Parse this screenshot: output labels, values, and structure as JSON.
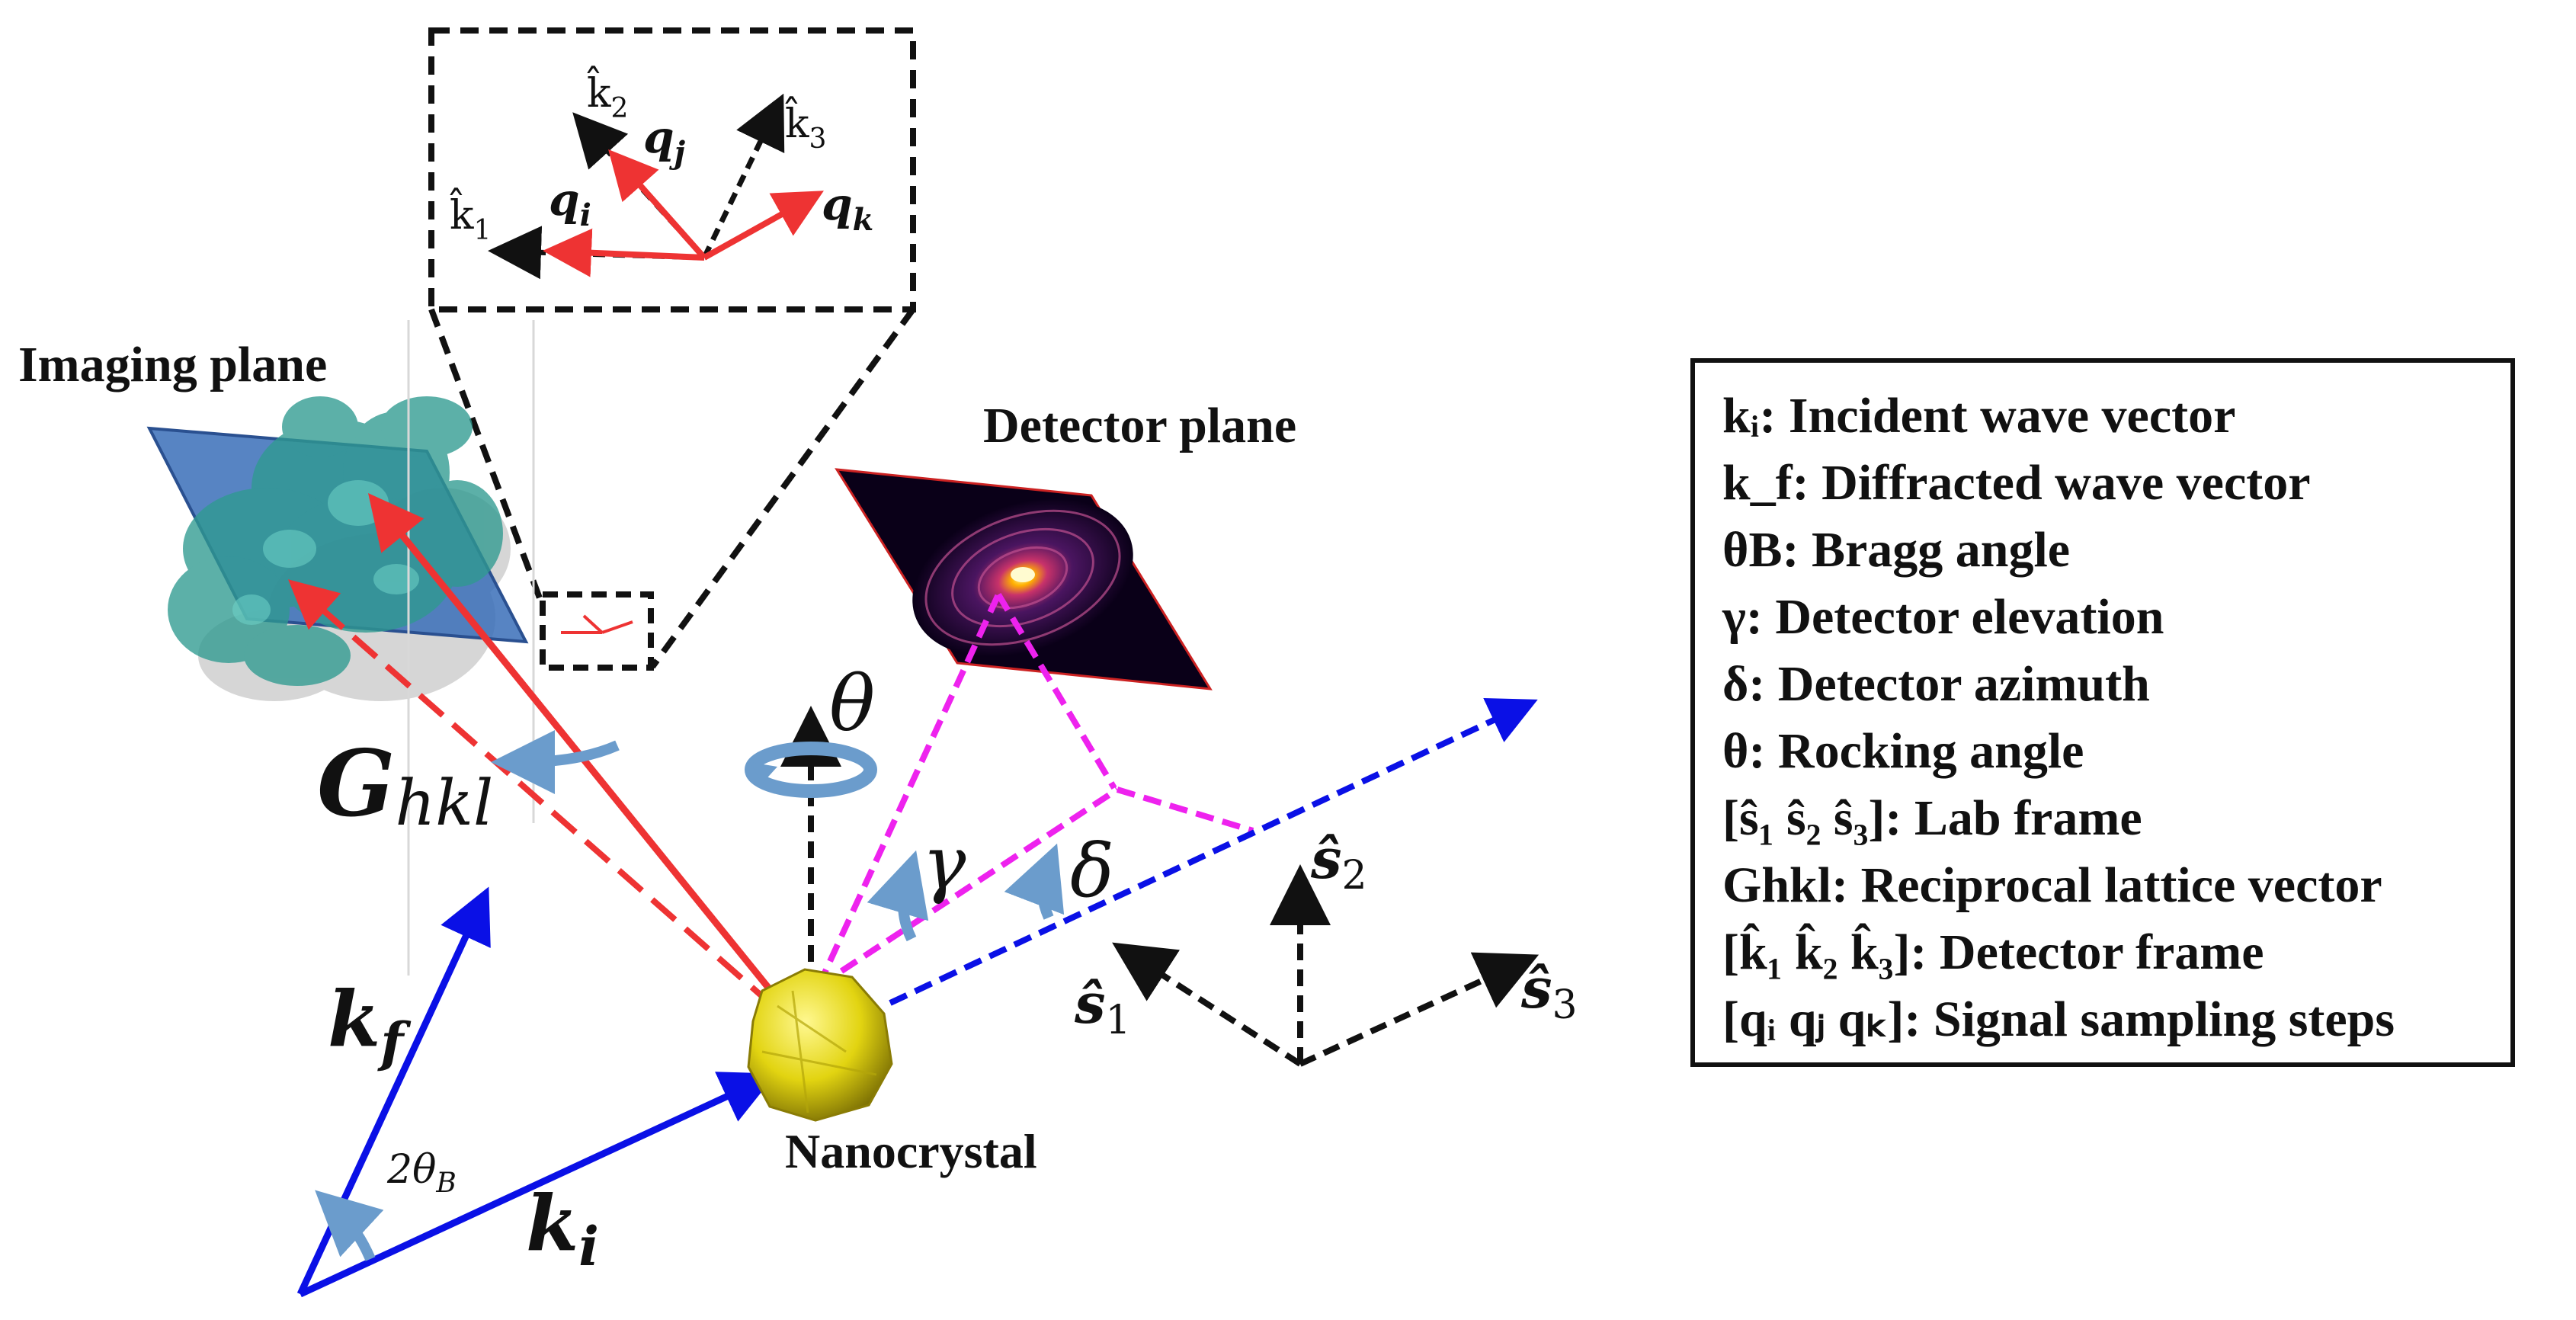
{
  "labels": {
    "imaging_plane": "Imaging plane",
    "detector_plane": "Detector plane",
    "nanocrystal": "Nanocrystal",
    "theta": "θ",
    "gamma": "γ",
    "delta": "δ",
    "ghkl_main": "G",
    "ghkl_sub": "hkl",
    "kf_main": "k",
    "kf_sub": "f",
    "ki_main": "k",
    "ki_sub": "i",
    "two_theta_b": "2θ",
    "two_theta_b_sub": "B",
    "s1": "ŝ",
    "s1_sub": "1",
    "s2": "ŝ",
    "s2_sub": "2",
    "s3": "ŝ",
    "s3_sub": "3",
    "k1": "k̂",
    "k1_sub": "1",
    "k2": "k̂",
    "k2_sub": "2",
    "k3": "k̂",
    "k3_sub": "3",
    "qi": "q",
    "qi_sub": "i",
    "qj": "q",
    "qj_sub": "j",
    "qk": "q",
    "qk_sub": "k"
  },
  "legend": [
    "kᵢ: Incident wave vector",
    "k_f: Diffracted wave vector",
    "θB: Bragg angle",
    "γ: Detector elevation",
    "δ: Detector azimuth",
    "θ: Rocking angle",
    "[ŝ₁ ŝ₂ ŝ₃]: Lab frame",
    "Ghkl: Reciprocal lattice vector",
    "[k̂₁ k̂₂ k̂₃]: Detector frame",
    "[qᵢ qⱼ qₖ]: Signal sampling steps"
  ],
  "colors": {
    "wave_vectors": "#0a10e6",
    "g_vector": "#ee3333",
    "detector_lines": "#ee22ee",
    "frames": "#111111",
    "rotation_arcs": "#6b9ccc",
    "imaging_plane": "#3a6fb8",
    "nanocrystal": "#e2d411"
  }
}
